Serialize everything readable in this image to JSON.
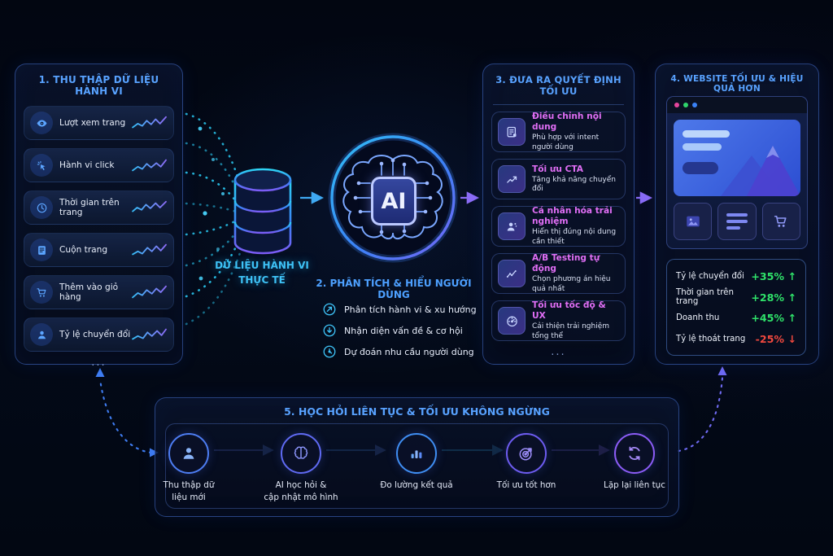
{
  "colors": {
    "accent_blue": "#58a2ff",
    "accent_cyan": "#3ec2f6",
    "accent_purple": "#8b6cf6",
    "title_pink": "#e06ef5",
    "positive_green": "#2fe26a",
    "negative_red": "#f0483e"
  },
  "panel1": {
    "title": "1. THU THẬP DỮ LIỆU HÀNH VI",
    "ellipsis": "...",
    "items": [
      {
        "icon": "eye-icon",
        "label": "Lượt xem trang"
      },
      {
        "icon": "click-icon",
        "label": "Hành vi click"
      },
      {
        "icon": "clock-icon",
        "label": "Thời gian trên trang"
      },
      {
        "icon": "scroll-page-icon",
        "label": "Cuộn trang"
      },
      {
        "icon": "cart-icon",
        "label": "Thêm vào giỏ hàng"
      },
      {
        "icon": "user-icon",
        "label": "Tỷ lệ chuyển đổi"
      }
    ]
  },
  "data_flow": {
    "database_label_line1": "DỮ LIỆU HÀNH VI",
    "database_label_line2": "THỰC TẾ",
    "ai_label": "AI"
  },
  "section2": {
    "title": "2. PHÂN TÍCH & HIỂU NGƯỜI DÙNG",
    "items": [
      {
        "icon": "trend-circle-icon",
        "label": "Phân tích hành vi & xu hướng"
      },
      {
        "icon": "arrow-down-circle-icon",
        "label": "Nhận diện vấn đề & cơ hội"
      },
      {
        "icon": "forecast-clock-circle-icon",
        "label": "Dự đoán nhu cầu người dùng"
      }
    ]
  },
  "panel3": {
    "title": "3. ĐƯA RA QUYẾT ĐỊNH TỐI ƯU",
    "ellipsis": "...",
    "cards": [
      {
        "icon": "content-edit-icon",
        "title": "Điều chỉnh nội dung",
        "subtitle": "Phù hợp với intent người dùng"
      },
      {
        "icon": "trending-up-icon",
        "title": "Tối ưu CTA",
        "subtitle": "Tăng khả năng chuyển đổi"
      },
      {
        "icon": "personalize-user-icon",
        "title": "Cá nhân hóa trải nghiệm",
        "subtitle": "Hiển thị đúng nội dung cần thiết"
      },
      {
        "icon": "ab-test-chart-icon",
        "title": "A/B Testing tự động",
        "subtitle": "Chọn phương án hiệu quả nhất"
      },
      {
        "icon": "speedometer-icon",
        "title": "Tối ưu tốc độ & UX",
        "subtitle": "Cải thiện trải nghiệm tổng thể"
      }
    ]
  },
  "panel4": {
    "title": "4. WEBSITE TỐI ƯU & HIỆU QUẢ HƠN",
    "browser_dots": [
      "#e5459c",
      "#2fd56b",
      "#3b82f6"
    ],
    "metrics": [
      {
        "label": "Tỷ lệ chuyển đổi",
        "value": "+35%",
        "arrow": "↑",
        "direction": "up"
      },
      {
        "label": "Thời gian trên trang",
        "value": "+28%",
        "arrow": "↑",
        "direction": "up"
      },
      {
        "label": "Doanh thu",
        "value": "+45%",
        "arrow": "↑",
        "direction": "up"
      },
      {
        "label": "Tỷ lệ thoát trang",
        "value": "-25%",
        "arrow": "↓",
        "direction": "down"
      }
    ]
  },
  "section5": {
    "title": "5. HỌC HỎI LIÊN TỤC & TỐI ƯU KHÔNG NGỪNG",
    "steps": [
      {
        "icon": "user-circle-icon",
        "line1": "Thu thập dữ",
        "line2": "liệu mới"
      },
      {
        "icon": "brain-circle-icon",
        "line1": "AI học hỏi &",
        "line2": "cập nhật mô hình"
      },
      {
        "icon": "bar-chart-circle-icon",
        "line1": "Đo lường kết quả",
        "line2": ""
      },
      {
        "icon": "target-circle-icon",
        "line1": "Tối ưu tốt hơn",
        "line2": ""
      },
      {
        "icon": "refresh-circle-icon",
        "line1": "Lặp lại liên tục",
        "line2": ""
      }
    ]
  }
}
